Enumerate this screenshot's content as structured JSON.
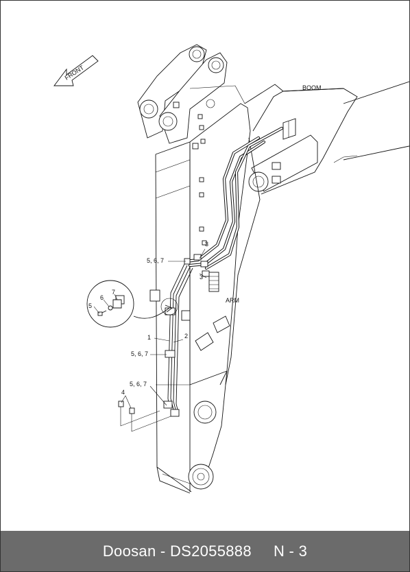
{
  "drawing": {
    "direction_label": "FRONT",
    "boom_label": "BOOM",
    "arm_label": "ARM",
    "callouts": {
      "c1": "1",
      "c2": "2",
      "c3_top": "3",
      "c3_bottom": "3",
      "c4": "4",
      "c5": "5",
      "c6": "6",
      "c7": "7",
      "c567_top": "5, 6, 7",
      "c567_mid": "5, 6, 7",
      "c567_low": "5, 6, 7"
    }
  },
  "footer": {
    "brand": "Doosan",
    "separator": " - ",
    "part_number": "DS2055888",
    "gap": "     ",
    "page_ref": "N - 3"
  }
}
